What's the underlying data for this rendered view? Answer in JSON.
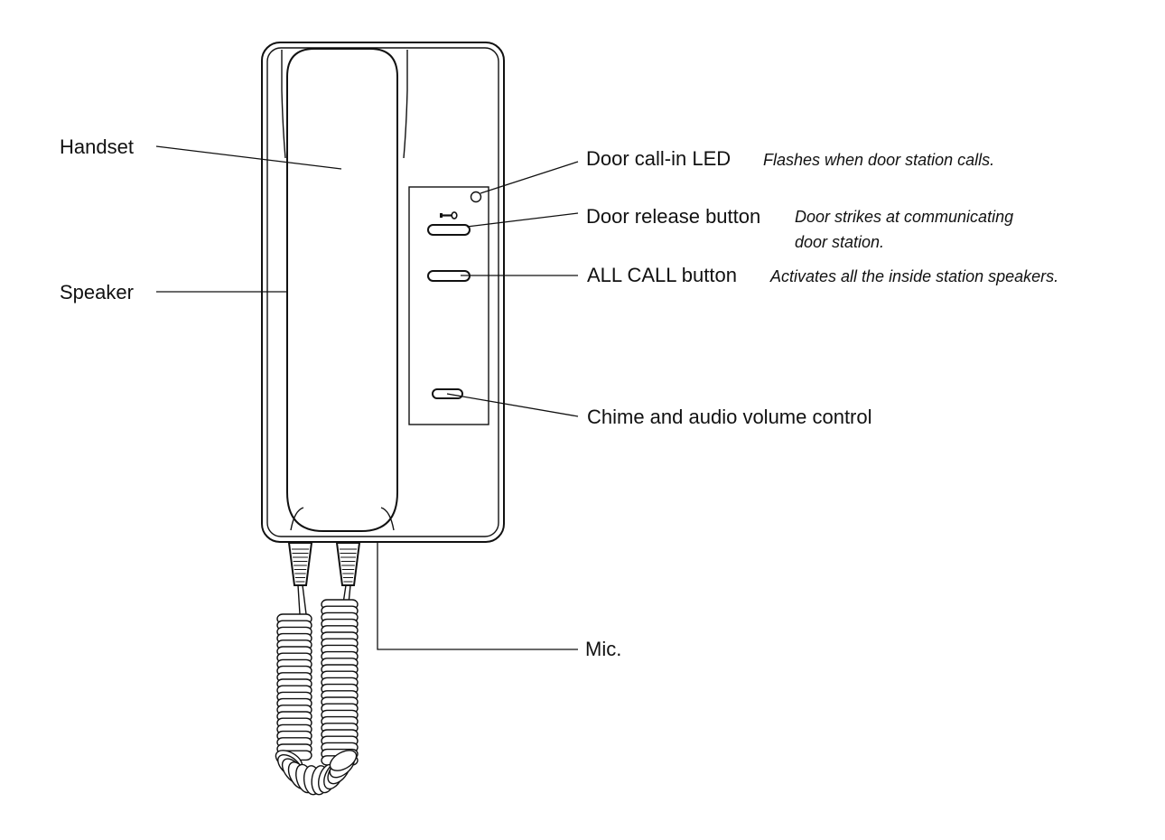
{
  "labels": {
    "handset": "Handset",
    "speaker": "Speaker",
    "door_call_led": "Door call-in LED",
    "door_release": "Door release button",
    "all_call": "ALL CALL button",
    "volume": "Chime and audio volume control",
    "mic": "Mic."
  },
  "descriptions": {
    "door_call_led": "Flashes when door station calls.",
    "door_release_line1": "Door strikes at communicating",
    "door_release_line2": "door station.",
    "all_call": "Activates all the inside station speakers."
  },
  "icons": {
    "key": "key-icon"
  }
}
